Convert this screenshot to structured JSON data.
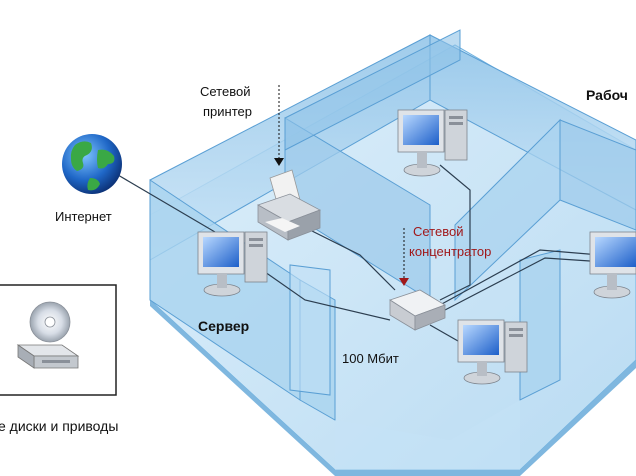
{
  "labels": {
    "network_printer_line1": "Сетевой",
    "network_printer_line2": "принтер",
    "internet": "Интернет",
    "server": "Сервер",
    "hub_line1": "Сетевой",
    "hub_line2": "концентратор",
    "speed": "100 Мбит",
    "workstations": "Рабоч",
    "drives": "е диски и приводы"
  },
  "colors": {
    "floor": "#cfe6f7",
    "wall": "#9ccbea",
    "wall_dark": "#6faad6",
    "edge": "#5a9fd4",
    "cable": "#2c3e50",
    "hub_label": "#a0181a",
    "text": "#111111"
  }
}
